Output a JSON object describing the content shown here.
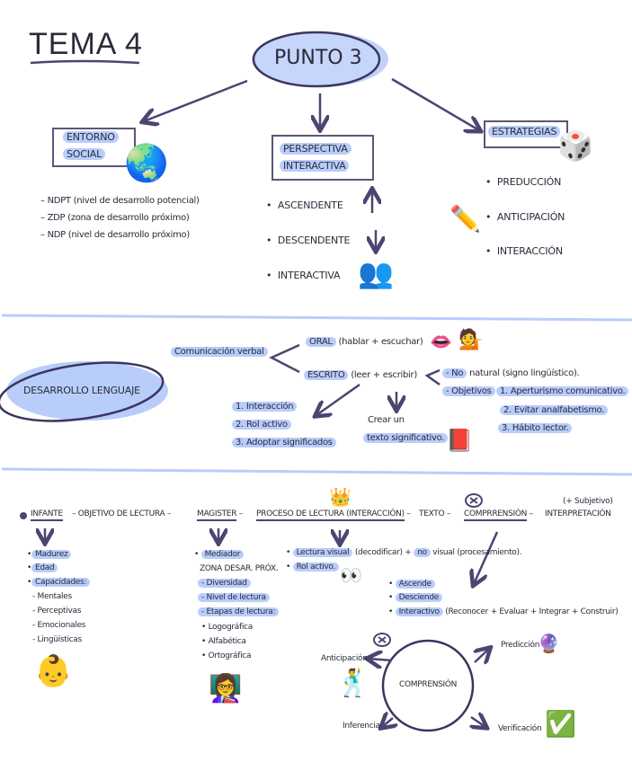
{
  "title": "TEMA 4",
  "section1": {
    "center": "PUNTO 3",
    "entorno": {
      "label_line1": "ENTORNO",
      "label_line2": "SOCIAL",
      "icon": "globe-icon",
      "items": [
        "NDPT (nivel de desarrollo potencial)",
        "ZDP (zona de desarrollo próximo)",
        "NDP (nivel de desarrollo próximo)"
      ]
    },
    "perspectiva": {
      "label_line1": "PERSPECTIVA",
      "label_line2": "INTERACTIVA",
      "items": [
        "ASCENDENTE",
        "DESCENDENTE",
        "INTERACTIVA"
      ],
      "icon": "people-icon"
    },
    "estrategias": {
      "label": "ESTRATEGIAS",
      "icon": "dice-icon",
      "side_icon": "pencil-icon",
      "items": [
        "PREDUCCIÓN",
        "ANTICIPACIÓN",
        "INTERACCIÓN"
      ]
    }
  },
  "section2": {
    "center": "DESARROLLO LENGUAJE",
    "comunicacion": "Comunicación verbal",
    "oral": {
      "label": "ORAL",
      "detail": "(hablar + escuchar)",
      "icons": [
        "lips-icon",
        "listening-person-icon"
      ]
    },
    "escrito": {
      "label": "ESCRITO",
      "detail": "(leer + escribir)"
    },
    "left_list": [
      "1. Interacción",
      "2. Rol activo",
      "3. Adoptar significados"
    ],
    "crear": {
      "line1": "Crear un",
      "line2": "texto significativo.",
      "icon": "book-icon"
    },
    "no_natural": {
      "prefix": "- No",
      "rest": " natural (signo lingüístico)."
    },
    "objetivos": {
      "label": "- Objetivos",
      "items": [
        "1. Aperturismo comunicativo.",
        "2. Evitar analfabetismo.",
        "3. Hábito lector."
      ]
    }
  },
  "section3": {
    "chain": [
      "INFANTE",
      "OBJETIVO DE LECTURA",
      "MAGISTER",
      "PROCESO DE LECTURA (INTERACCIÓN)",
      "TEXTO",
      "COMPRRENSIÓN",
      "INTERPRETACIÓN"
    ],
    "subjetivo": "(+ Subjetivo)",
    "infante_list": [
      "Madurez",
      "Edad",
      "Capacidades:"
    ],
    "capacidades": [
      "- Mentales",
      "- Perceptivas",
      "- Emocionales",
      "- Lingüísticas"
    ],
    "magister": {
      "mediador": "Mediador",
      "zona": "ZONA DESAR. PRÓX.",
      "list": [
        "- Diversidad",
        "- Nivel de lectura",
        "- Etapas de lectura:"
      ],
      "etapas": [
        "Logográfica",
        "Alfabética",
        "Ortográfica"
      ]
    },
    "proceso": {
      "item1_hl": "Lectura visual",
      "item1_mid": " (decodificar) + ",
      "item1_hl2": "no",
      "item1_rest": " visual (procesamiento).",
      "item2": "Rol activo."
    },
    "modelos": {
      "items": [
        "Ascende",
        "Desciende",
        "Interactivo"
      ],
      "interactivo_detail": "(Reconocer + Evaluar + Integrar + Construir)"
    },
    "comprension": {
      "center": "COMPRENSIÓN",
      "anticipacion": "Anticipación",
      "prediccion": "Predicción",
      "inferencia": "Inferencia",
      "verificacion": "Verificación"
    }
  },
  "colors": {
    "highlight": "#b9cdfb",
    "ink": "#4b4570",
    "separator": "#b9cdfb"
  }
}
